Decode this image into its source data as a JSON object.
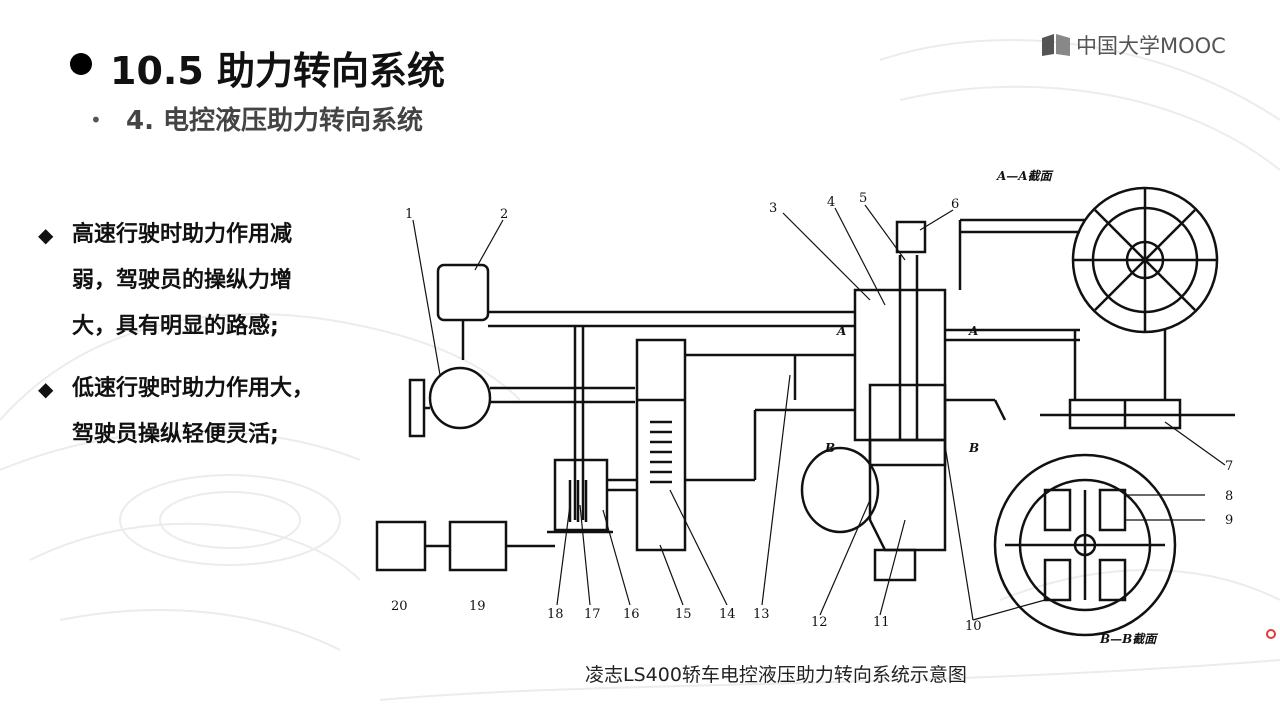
{
  "logo": {
    "text": "中国大学MOOC",
    "icon": "mooc-book-icon"
  },
  "title": "10.5 助力转向系统",
  "subtitle": {
    "bullet": "•",
    "text": "4. 电控液压助力转向系统"
  },
  "bullets": [
    {
      "marker": "◆",
      "lines": [
        "高速行驶时助力作用减",
        "弱，驾驶员的操纵力增",
        "大，具有明显的路感;"
      ]
    },
    {
      "marker": "◆",
      "lines": [
        "低速行驶时助力作用大，",
        "驾驶员操纵轻便灵活;"
      ]
    }
  ],
  "diagram": {
    "section_aa": "A—A截面",
    "section_bb": "B—B截面",
    "part_numbers": [
      "1",
      "2",
      "3",
      "4",
      "5",
      "6",
      "7",
      "8",
      "9",
      "10",
      "11",
      "12",
      "13",
      "14",
      "15",
      "16",
      "17",
      "18",
      "19",
      "20"
    ],
    "markers": {
      "A": "A",
      "B": "B"
    }
  },
  "caption": "凌志LS400轿车电控液压助力转向系统示意图",
  "colors": {
    "accent_red": "#e53935",
    "text": "#111111"
  }
}
